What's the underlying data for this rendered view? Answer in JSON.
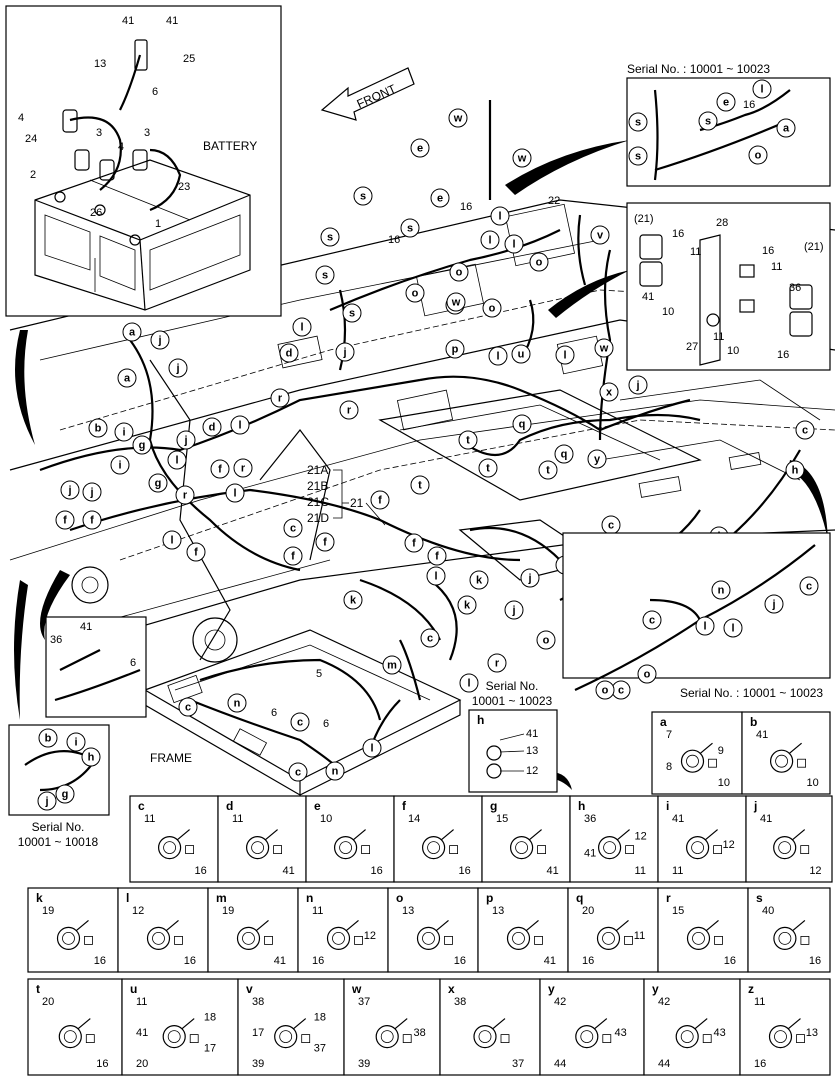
{
  "battery_inset": {
    "title": "BATTERY",
    "callouts": [
      "41",
      "41",
      "13",
      "25",
      "6",
      "4",
      "24",
      "3",
      "3",
      "4",
      "2",
      "23",
      "26",
      "1"
    ]
  },
  "front_label": "FRONT",
  "frame_label": "FRAME",
  "group_21": {
    "subs": [
      "21A",
      "21B",
      "21C",
      "21D"
    ],
    "main": "21"
  },
  "serial_top": {
    "text": "Serial No. : 10001 ~ 10023",
    "letters": [
      "s",
      "s",
      "s",
      "e",
      "l",
      "a",
      "o"
    ],
    "numbers": [
      "16"
    ]
  },
  "connector_inset": {
    "labels": [
      "(21)",
      "16",
      "28",
      "11",
      "41",
      "10",
      "27",
      "11",
      "10",
      "16",
      "11",
      "36",
      "(21)",
      "16"
    ]
  },
  "serial_right": {
    "text": "Serial No. : 10001 ~ 10023",
    "letters": [
      "c",
      "j",
      "n",
      "l",
      "l",
      "c",
      "o",
      "c",
      "o"
    ]
  },
  "left_inset": {
    "callouts": [
      "41",
      "36",
      "6"
    ]
  },
  "serial_left": {
    "line1": "Serial No.",
    "line2": "10001 ~ 10018",
    "letters": [
      "b",
      "i",
      "h",
      "g",
      "j"
    ]
  },
  "serial_h": {
    "line1": "Serial No.",
    "line2": "10001 ~ 10023",
    "key": "h",
    "parts": [
      "41",
      "13",
      "12"
    ]
  },
  "main_callouts": {
    "letters": [
      "w",
      "e",
      "w",
      "e",
      "s",
      "s",
      "s",
      "s",
      "s",
      "l",
      "l",
      "l",
      "o",
      "o",
      "o",
      "o",
      "o",
      "w",
      "l",
      "l",
      "p",
      "u",
      "l",
      "v",
      "w",
      "x",
      "j",
      "d",
      "j",
      "a",
      "a",
      "j",
      "j",
      "b",
      "i",
      "g",
      "j",
      "j",
      "f",
      "f",
      "i",
      "l",
      "d",
      "l",
      "r",
      "l",
      "r",
      "l",
      "g",
      "j",
      "f",
      "f",
      "r",
      "r",
      "c",
      "f",
      "f",
      "f",
      "t",
      "t",
      "t",
      "f",
      "f",
      "l",
      "j",
      "k",
      "k",
      "k",
      "m",
      "c",
      "r",
      "j",
      "q",
      "t",
      "q",
      "y",
      "c",
      "h",
      "l",
      "o",
      "o",
      "c",
      "c",
      "c",
      "z",
      "o",
      "o",
      "l",
      "c",
      "n",
      "c",
      "c",
      "n",
      "l"
    ],
    "numbers": [
      "16",
      "16",
      "22",
      "5",
      "6",
      "6"
    ]
  },
  "detail_grid": {
    "row1": [
      {
        "key": "a",
        "parts": [
          "7",
          "9",
          "8",
          "10"
        ]
      },
      {
        "key": "b",
        "parts": [
          "41",
          "10"
        ]
      }
    ],
    "row2": [
      {
        "key": "c",
        "parts": [
          "11",
          "16"
        ]
      },
      {
        "key": "d",
        "parts": [
          "11",
          "41"
        ]
      },
      {
        "key": "e",
        "parts": [
          "10",
          "16"
        ]
      },
      {
        "key": "f",
        "parts": [
          "14",
          "16"
        ]
      },
      {
        "key": "g",
        "parts": [
          "15",
          "41"
        ]
      },
      {
        "key": "h",
        "parts": [
          "36",
          "12",
          "41",
          "11"
        ]
      },
      {
        "key": "i",
        "parts": [
          "41",
          "12",
          "11"
        ]
      },
      {
        "key": "j",
        "parts": [
          "41",
          "12"
        ]
      }
    ],
    "row3": [
      {
        "key": "k",
        "parts": [
          "19",
          "16"
        ]
      },
      {
        "key": "l",
        "parts": [
          "12",
          "16"
        ]
      },
      {
        "key": "m",
        "parts": [
          "19",
          "41"
        ]
      },
      {
        "key": "n",
        "parts": [
          "11",
          "12",
          "16"
        ]
      },
      {
        "key": "o",
        "parts": [
          "13",
          "16"
        ]
      },
      {
        "key": "p",
        "parts": [
          "13",
          "41"
        ]
      },
      {
        "key": "q",
        "parts": [
          "20",
          "11",
          "16"
        ]
      },
      {
        "key": "r",
        "parts": [
          "15",
          "16"
        ]
      },
      {
        "key": "s",
        "parts": [
          "40",
          "16"
        ]
      }
    ],
    "row4": [
      {
        "key": "t",
        "parts": [
          "20",
          "16"
        ]
      },
      {
        "key": "u",
        "parts": [
          "11",
          "18",
          "41",
          "17",
          "20"
        ]
      },
      {
        "key": "v",
        "parts": [
          "38",
          "18",
          "17",
          "37",
          "39"
        ]
      },
      {
        "key": "w",
        "parts": [
          "37",
          "38",
          "39"
        ]
      },
      {
        "key": "x",
        "parts": [
          "38",
          "37"
        ]
      },
      {
        "key": "y",
        "parts": [
          "42",
          "43",
          "44"
        ]
      },
      {
        "key": "y",
        "parts": [
          "42",
          "43",
          "44"
        ]
      },
      {
        "key": "z",
        "parts": [
          "11",
          "13",
          "16"
        ]
      }
    ]
  }
}
